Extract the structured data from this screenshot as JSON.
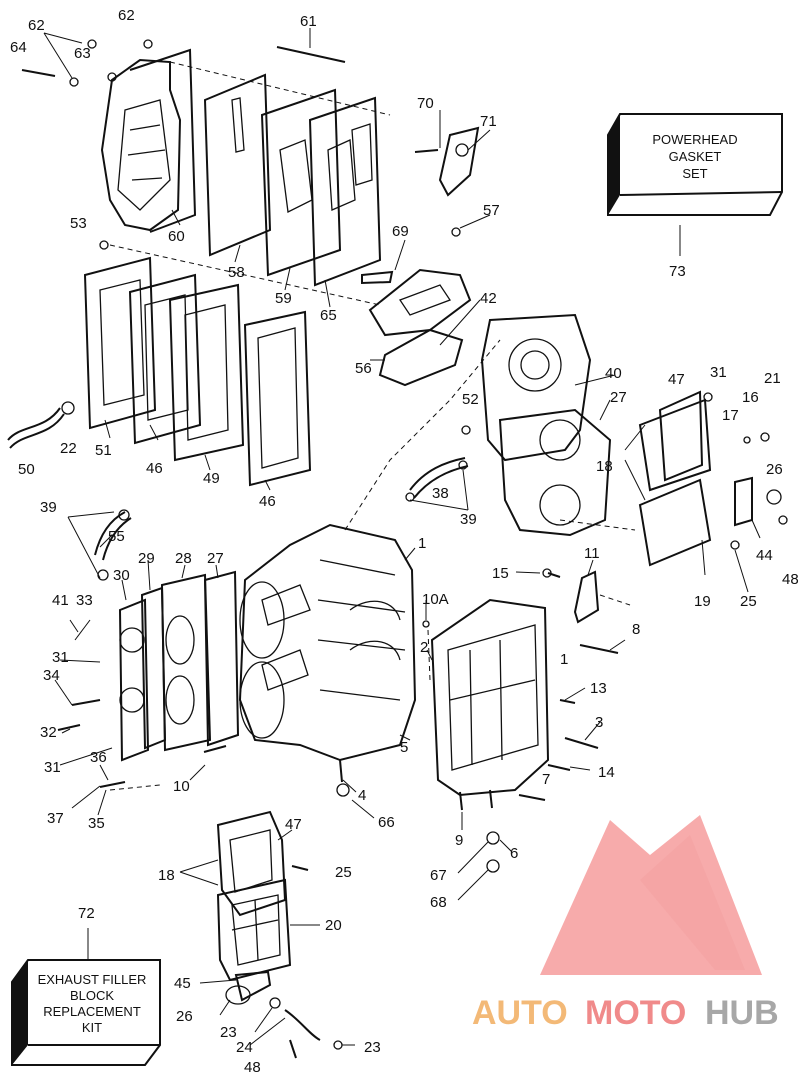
{
  "boxes": {
    "gasket_set": [
      "POWERHEAD",
      "GASKET",
      "SET"
    ],
    "exhaust_kit": [
      "EXHAUST FILLER",
      "BLOCK",
      "REPLACEMENT",
      "KIT"
    ]
  },
  "watermark": {
    "part1": "AUTO",
    "part2": "MOTO",
    "part3": "HUB"
  },
  "labels": [
    "62",
    "62",
    "64",
    "63",
    "61",
    "70",
    "71",
    "60",
    "57",
    "53",
    "69",
    "58",
    "59",
    "65",
    "42",
    "56",
    "73",
    "47",
    "31",
    "16",
    "21",
    "17",
    "52",
    "40",
    "27",
    "18",
    "51",
    "46",
    "49",
    "46",
    "50",
    "22",
    "38",
    "39",
    "39",
    "55",
    "26",
    "44",
    "48",
    "19",
    "25",
    "1",
    "11",
    "15",
    "29",
    "28",
    "27",
    "30",
    "33",
    "41",
    "10A",
    "31",
    "2",
    "1",
    "34",
    "13",
    "32",
    "3",
    "31",
    "36",
    "14",
    "10",
    "5",
    "7",
    "4",
    "37",
    "35",
    "66",
    "9",
    "6",
    "67",
    "68",
    "47",
    "25",
    "18",
    "20",
    "72",
    "45",
    "26",
    "23",
    "24",
    "48",
    "23",
    "8"
  ]
}
